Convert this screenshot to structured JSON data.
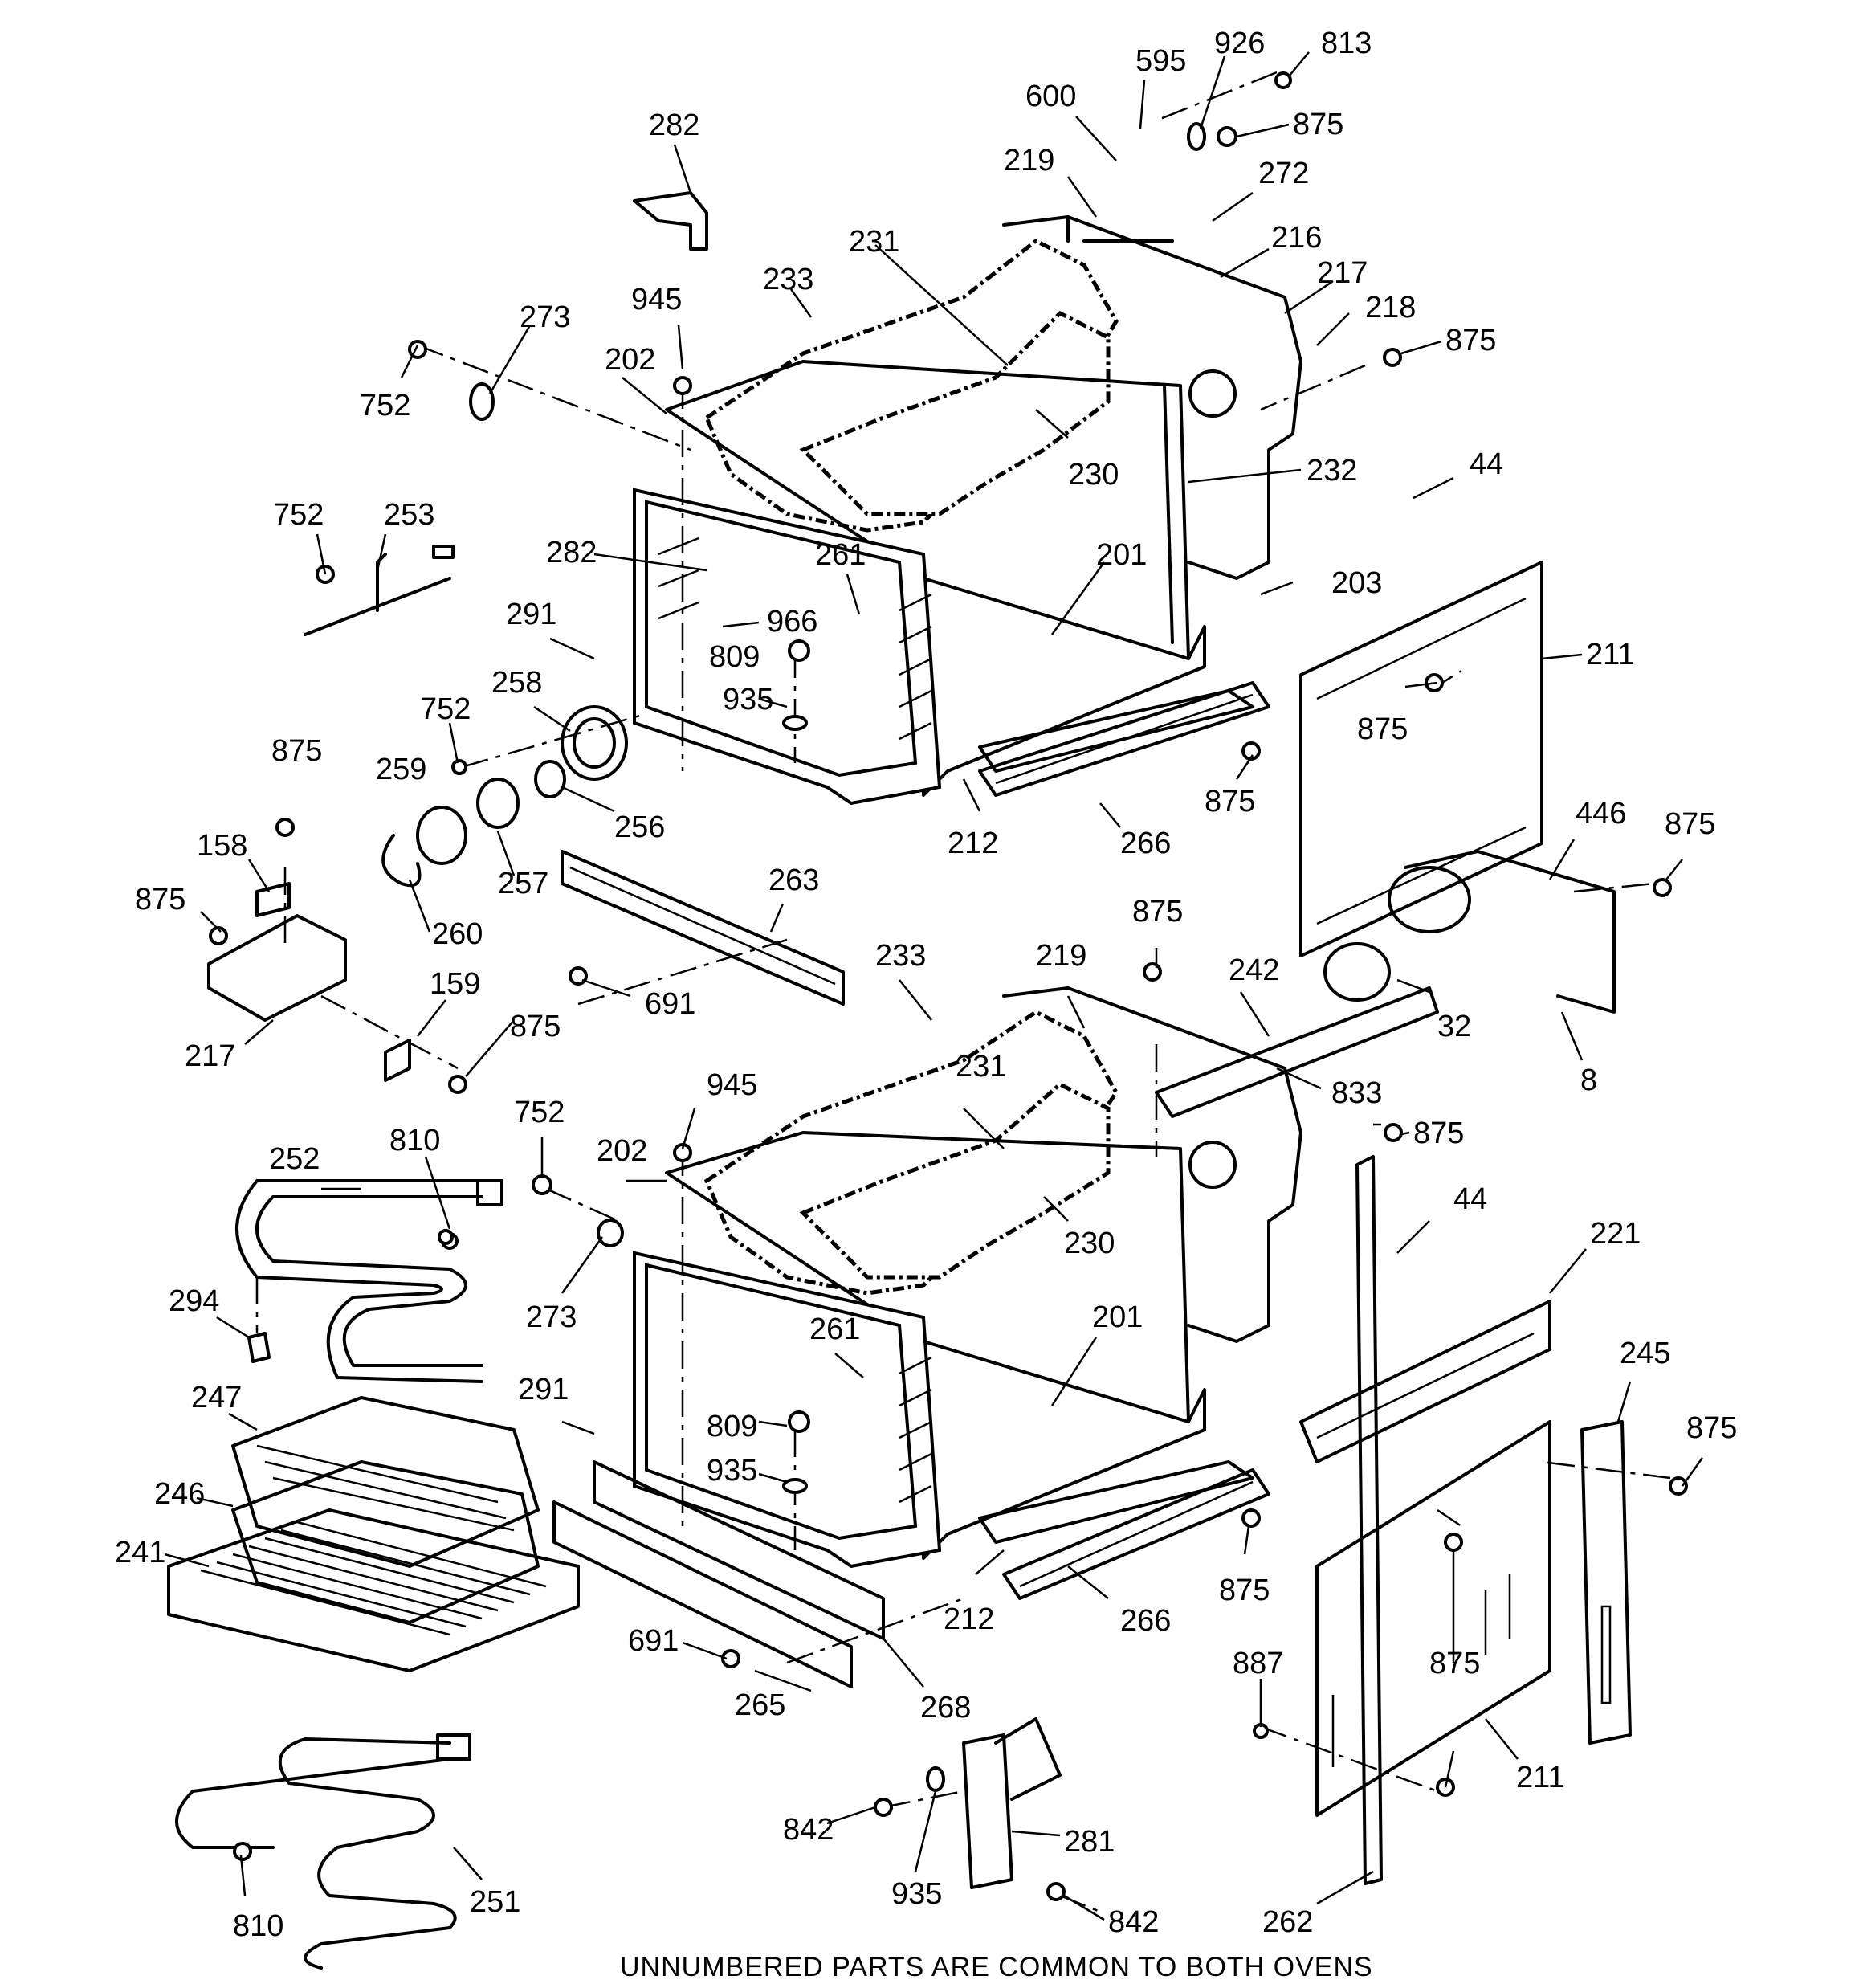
{
  "footnote": "UNNUMBERED PARTS ARE COMMON TO BOTH OVENS",
  "callouts": {
    "c282a": "282",
    "c600": "600",
    "c595": "595",
    "c926": "926",
    "c813": "813",
    "c875a": "875",
    "c219a": "219",
    "c272": "272",
    "c216": "216",
    "c217a": "217",
    "c218": "218",
    "c875b": "875",
    "c231a": "231",
    "c233a": "233",
    "c945a": "945",
    "c273a": "273",
    "c202a": "202",
    "c752a": "752",
    "c230a": "230",
    "c232": "232",
    "c44a": "44",
    "c752b": "752",
    "c253": "253",
    "c282b": "282",
    "c261a": "261",
    "c201a": "201",
    "c203": "203",
    "c291a": "291",
    "c966": "966",
    "c809a": "809",
    "c211a": "211",
    "c935a": "935",
    "c875c": "875",
    "c258": "258",
    "c752c": "752",
    "c875d": "875",
    "c259": "259",
    "c256": "256",
    "c212a": "212",
    "c266a": "266",
    "c446": "446",
    "c875e": "875",
    "c158": "158",
    "c263": "263",
    "c257": "257",
    "c875f": "875",
    "c260": "260",
    "c233b": "233",
    "c219b": "219",
    "c875g": "875",
    "c242": "242",
    "c691a": "691",
    "c159": "159",
    "c875h": "875",
    "c32": "32",
    "c217b": "217",
    "c833": "833",
    "c8": "8",
    "c945b": "945",
    "c231b": "231",
    "c810a": "810",
    "c752d": "752",
    "c875i": "875",
    "c252": "252",
    "c202b": "202",
    "c44b": "44",
    "c230b": "230",
    "c221": "221",
    "c294": "294",
    "c273b": "273",
    "c261b": "261",
    "c201b": "201",
    "c245": "245",
    "c247": "247",
    "c291b": "291",
    "c809b": "809",
    "c875j": "875",
    "c246": "246",
    "c935b": "935",
    "c241": "241",
    "c875k": "875",
    "c212b": "212",
    "c266b": "266",
    "c875l": "875",
    "c887": "887",
    "c691b": "691",
    "c265": "265",
    "c268": "268",
    "c211b": "211",
    "c842a": "842",
    "c281": "281",
    "c935c": "935",
    "c251": "251",
    "c842b": "842",
    "c810b": "810",
    "c262": "262"
  }
}
